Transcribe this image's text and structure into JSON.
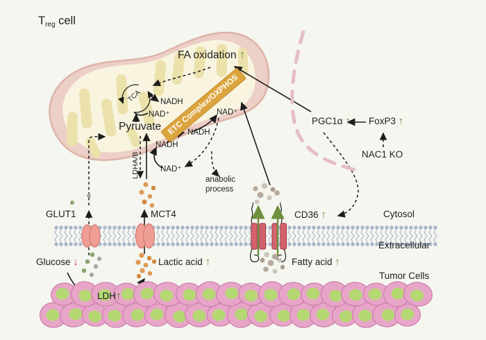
{
  "cell_label": {
    "prefix": "T",
    "subscript": "reg",
    "suffix": " cell"
  },
  "mitochondrion": {
    "fa_oxidation": "FA oxidation",
    "tca_cycle": "TCA",
    "pyruvate": "Pyruvate",
    "ldh_enzyme": "LDHA/B",
    "etc_banner": "ETC Complex/OXPHOS",
    "nadh": "NADH",
    "nad_plus": "NAD⁺",
    "anabolic_line1": "anabolic",
    "anabolic_line2": "process"
  },
  "signaling": {
    "pgc1a": "PGC1α",
    "foxp3": "FoxP3",
    "nac1_ko": "NAC1 KO"
  },
  "membrane": {
    "glut1": "GLUT1",
    "mct4": "MCT4",
    "cd36": "CD36",
    "cytosol": "Cytosol",
    "extracellular": "Extracellular"
  },
  "extracellular_region": {
    "glucose": "Glucose",
    "lactic_acid": "Lactic acid",
    "fatty_acid": "Fatty acid",
    "tumor_cells": "Tumor Cells",
    "ldh": "LDH"
  },
  "glyphs": {
    "increase": "↑",
    "decrease": "↓"
  },
  "colors": {
    "increase_arrow": "#6e8f3e",
    "decrease_arrow": "#c23a52",
    "banner_bg": "#dca43e",
    "membrane_lipid": "#a9b6ca",
    "tumor_cell_fill": "#e7a6c8",
    "tumor_cell_border": "#cf7fae",
    "tumor_nucleus": "#b5d873",
    "lactic_dot": "#dd9a56",
    "glucose_dot_green": "#8ca573",
    "glucose_dot_gray": "#a3a79b",
    "fatty_dot": "#b6ab9c",
    "fatty_dot_light": "#ccc5b8"
  }
}
